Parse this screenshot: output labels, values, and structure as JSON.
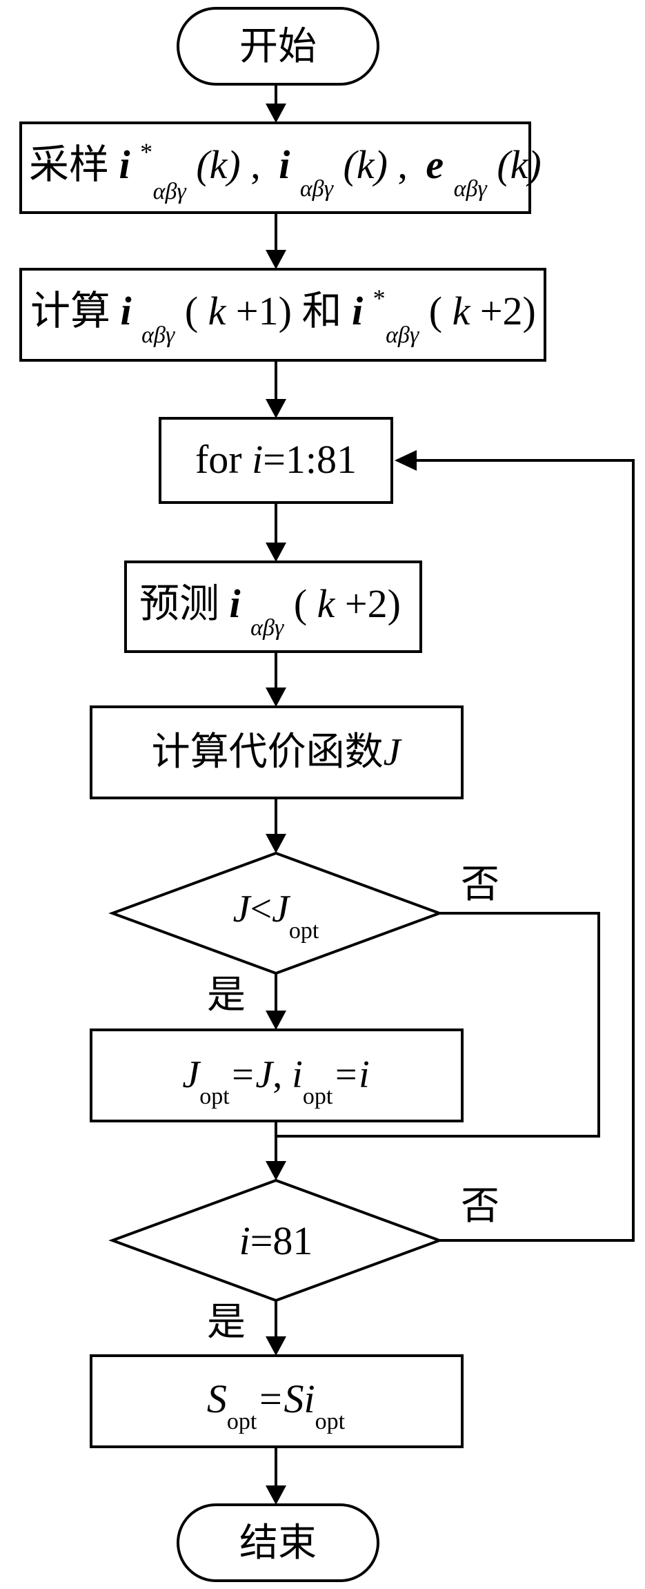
{
  "diagram": {
    "start_label": "开始",
    "end_label": "结束",
    "sample_box": {
      "prefix": "采样",
      "i": "i",
      "star": "*",
      "sub": "αβγ",
      "k_arg": "(k)",
      "comma": ",",
      "e": "e"
    },
    "calc_box": {
      "prefix": "计算",
      "i": "i",
      "sub": "αβγ",
      "arg1_open": "(",
      "k": "k",
      "plus1": "+1)",
      "and": "和",
      "star": "*",
      "plus2": "+2)"
    },
    "loop_box": {
      "for": "for ",
      "i": "i",
      "range": "=1:81"
    },
    "predict_box": {
      "prefix": "预测",
      "i": "i",
      "sub": "αβγ",
      "open": "(",
      "k": "k",
      "plus2": "+2)"
    },
    "cost_box": {
      "prefix": "计算代价函数",
      "J": "J"
    },
    "decision1": {
      "J": "J",
      "lt": "<",
      "J2": "J",
      "opt": "opt",
      "no": "否",
      "yes": "是"
    },
    "update_box": {
      "J": "J",
      "opt": "opt",
      "eqJ": "=J",
      "comma": ", ",
      "i": "i",
      "eqi": "=i"
    },
    "decision2": {
      "i": "i",
      "eq81": "=81",
      "no": "否",
      "yes": "是"
    },
    "select_box": {
      "S": "S",
      "opt": "opt",
      "eq": "=S",
      "i": "i"
    }
  }
}
